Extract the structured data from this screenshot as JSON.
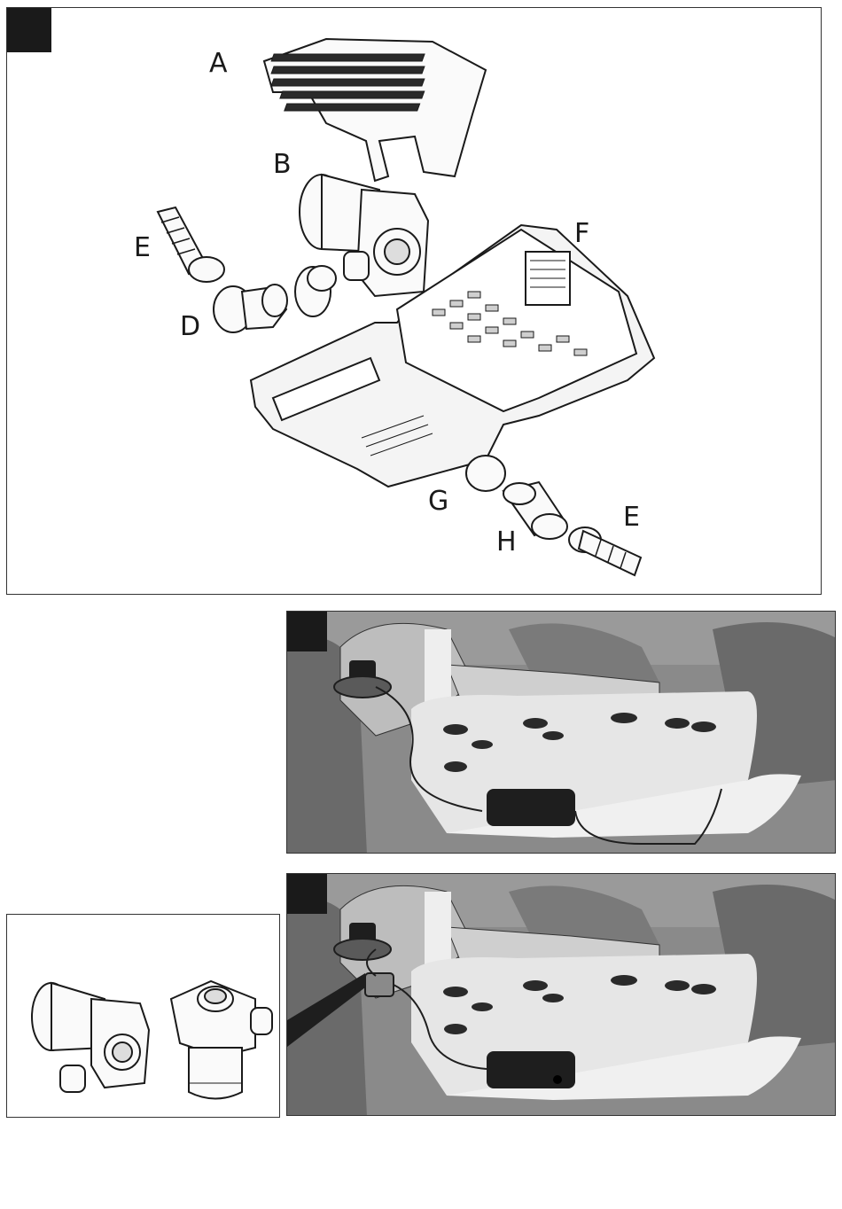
{
  "figure1": {
    "labels": {
      "a": "A",
      "b": "B",
      "e_left": "E",
      "f": "F",
      "d": "D",
      "g": "G",
      "h": "H",
      "e_right": "E"
    }
  },
  "colors": {
    "ink": "#1a1a1a",
    "water": "#e6e6e6",
    "foliage": "#6a6a6a",
    "rock": "#bdbdbd",
    "sky": "#8a8a8a"
  }
}
